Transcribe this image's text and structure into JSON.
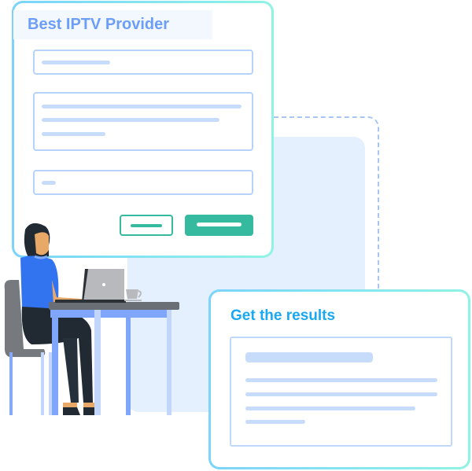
{
  "form_card": {
    "title": "Best IPTV Provider",
    "fields": [
      {
        "type": "text-input",
        "placeholder_lines": 1
      },
      {
        "type": "textarea",
        "placeholder_lines": 3
      },
      {
        "type": "text-input",
        "placeholder_lines": 1
      }
    ],
    "buttons": [
      {
        "style": "outline",
        "color": "#35b99f"
      },
      {
        "style": "filled",
        "color": "#35b99f"
      }
    ]
  },
  "results_card": {
    "title": "Get the results",
    "content_lines": 5
  },
  "illustration": {
    "subject": "woman working on laptop at desk",
    "objects": [
      "chair",
      "desk",
      "laptop",
      "coffee-cup"
    ]
  },
  "colors": {
    "title_blue": "#6c9ef8",
    "results_title": "#1aa8f2",
    "accent_green": "#35b99f",
    "field_border": "#b7d3fb",
    "placeholder_bar": "#c7dcfa",
    "background_panel": "#e4f0fd"
  }
}
